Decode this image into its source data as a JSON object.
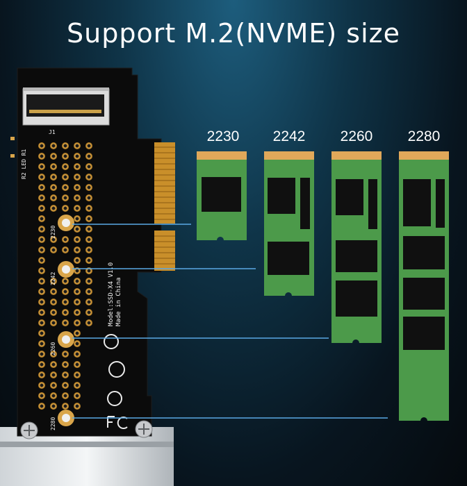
{
  "headline": "Support M.2(NVME) size",
  "sizes": [
    {
      "label": "2230"
    },
    {
      "label": "2242"
    },
    {
      "label": "2260"
    },
    {
      "label": "2280"
    }
  ],
  "board": {
    "model": "Model:SSD-X4 V1.0",
    "made_in": "Made in China",
    "j1": "J1",
    "led": "R2 LED R1",
    "hole_2230": "2230",
    "hole_2242": "2242",
    "hole_2260": "2260",
    "hole_2280": "2280"
  },
  "colors": {
    "pcb": "#0b0b0b",
    "ssd_green": "#4c9a4a",
    "gold": "#e0a85a",
    "guide_line": "#5aa9e6"
  }
}
